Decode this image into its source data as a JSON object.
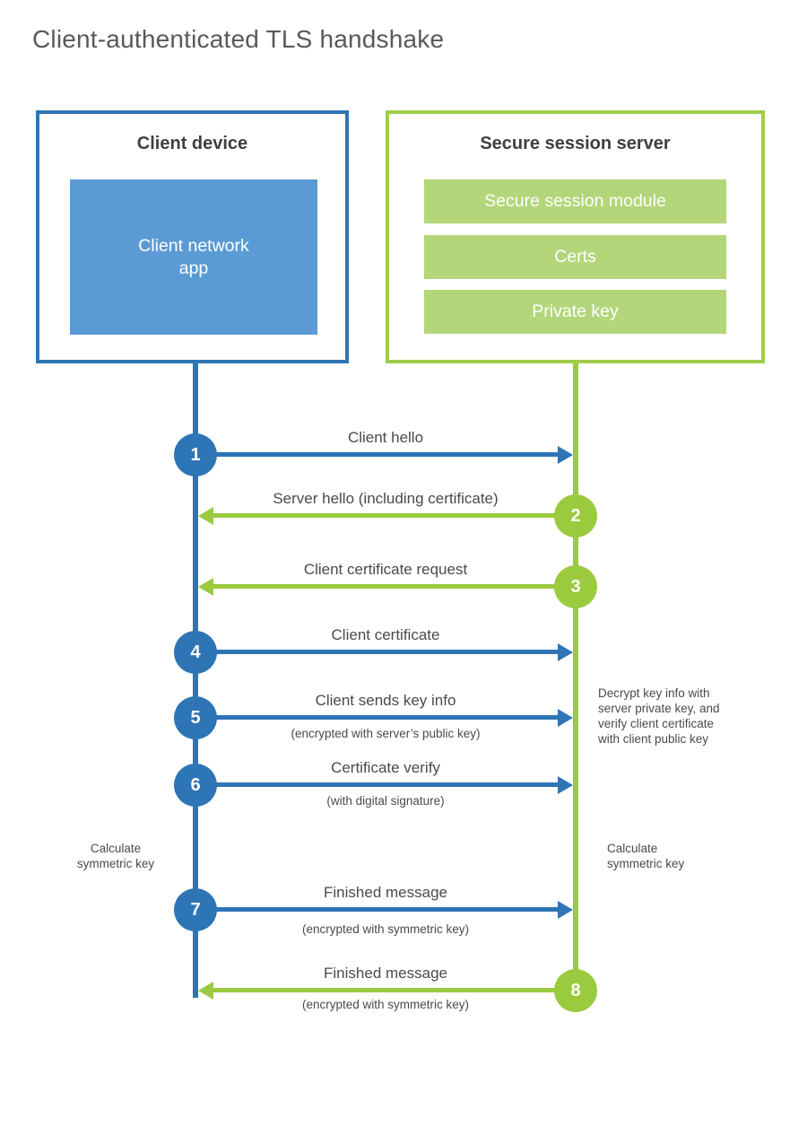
{
  "title": "Client-authenticated TLS handshake",
  "client_device": {
    "title": "Client device",
    "app_label": "Client network\napp"
  },
  "server": {
    "title": "Secure session server",
    "modules": [
      "Secure session module",
      "Certs",
      "Private key"
    ]
  },
  "messages": [
    {
      "num": "1",
      "from": "client",
      "to": "server",
      "label": "Client hello"
    },
    {
      "num": "2",
      "from": "server",
      "to": "client",
      "label": "Server hello (including certificate)"
    },
    {
      "num": "3",
      "from": "server",
      "to": "client",
      "label": "Client certificate request"
    },
    {
      "num": "4",
      "from": "client",
      "to": "server",
      "label": "Client certificate"
    },
    {
      "num": "5",
      "from": "client",
      "to": "server",
      "label": "Client sends key info",
      "sub": "(encrypted with server’s public key)"
    },
    {
      "num": "6",
      "from": "client",
      "to": "server",
      "label": "Certificate verify",
      "sub": "(with digital signature)"
    },
    {
      "num": "7",
      "from": "client",
      "to": "server",
      "label": "Finished message",
      "sub": "(encrypted with symmetric key)"
    },
    {
      "num": "8",
      "from": "server",
      "to": "client",
      "label": "Finished message",
      "sub": "(encrypted with symmetric key)"
    }
  ],
  "annotations": {
    "decrypt_note": "Decrypt key info with\nserver private key, and\nverify client certificate\nwith client public key",
    "calc_left": "Calculate\nsymmetric key",
    "calc_right": "Calculate\nsymmetric key"
  },
  "colors": {
    "client_accent": "#2E75B6",
    "client_fill": "#5B9BD5",
    "server_accent": "#9ACA3E",
    "server_fill": "#B3D67A",
    "title_text": "#595959",
    "label_text": "#4A4A4A"
  }
}
